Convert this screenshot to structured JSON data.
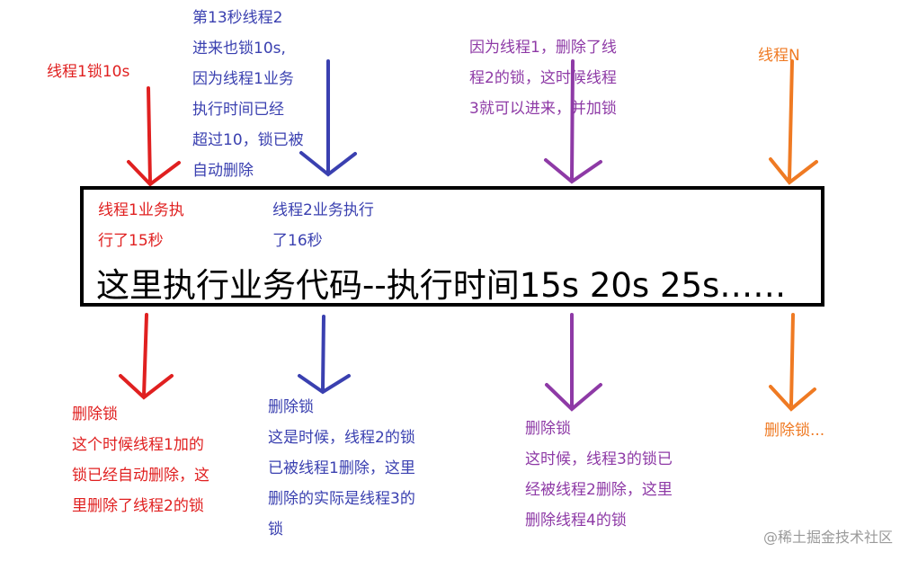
{
  "top_notes": {
    "thread1": [
      "线程1锁10s"
    ],
    "thread2": [
      "第13秒线程2",
      "进来也锁10s,",
      "因为线程1业务",
      "执行时间已经",
      "超过10，锁已被",
      "自动删除"
    ],
    "thread3": [
      "因为线程1，删除了线",
      "程2的锁，这时候线程",
      "3就可以进来，并加锁"
    ],
    "threadN": [
      "线程N"
    ]
  },
  "box": {
    "thread1_exec": [
      "线程1业务执",
      "行了15秒"
    ],
    "thread2_exec": [
      "线程2业务执行",
      "了16秒"
    ],
    "main_text": "这里执行业务代码--执行时间15s 20s 25s……"
  },
  "bottom_notes": {
    "thread1": [
      "删除锁",
      "这个时候线程1加的",
      "锁已经自动删除，这",
      "里删除了线程2的锁"
    ],
    "thread2": [
      "删除锁",
      "这是时候，线程2的锁",
      "已被线程1删除，这里",
      "删除的实际是线程3的",
      "锁"
    ],
    "thread3": [
      "删除锁",
      "这时候，线程3的锁已",
      "经被线程2删除，这里",
      "删除线程4的锁"
    ],
    "threadN": [
      "删除锁..."
    ]
  },
  "watermark": "@稀土掘金技术社区",
  "colors": {
    "red": "#e02020",
    "blue": "#3a40b0",
    "purple": "#8e3aa6",
    "orange": "#ef7a23"
  }
}
